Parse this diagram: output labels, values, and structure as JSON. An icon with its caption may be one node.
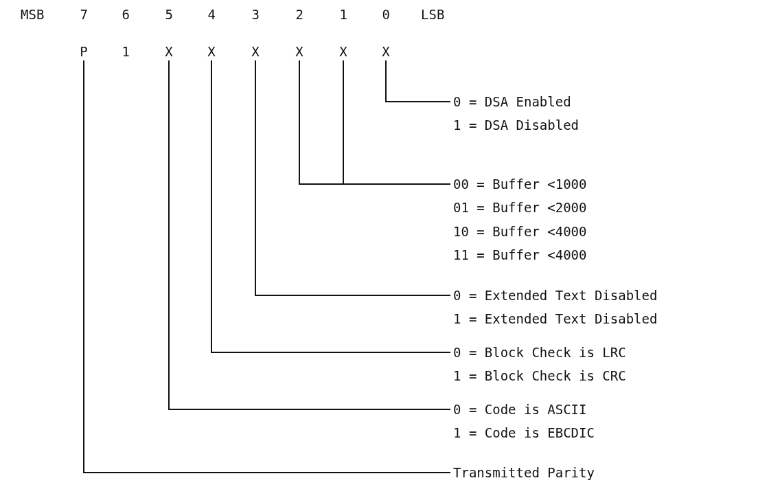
{
  "diagram": {
    "nodes": [
      {
        "text": [
          "P"
        ]
      },
      {
        "text": [
          "X"
        ]
      },
      {
        "text": [
          "X"
        ]
      },
      {
        "text": [
          "X"
        ]
      },
      {
        "text": [
          "X"
        ]
      },
      {
        "text": [
          "X"
        ]
      },
      {
        "text": [
          "X"
        ]
      },
      {
        "text": [
          "0 = DSA Enabled",
          "1 = DSA Disabled"
        ]
      },
      {
        "text": [
          "00 = Buffer <1000",
          "01 = Buffer <2000",
          "10 = Buffer <4000",
          "11 = Buffer <4000"
        ]
      },
      {
        "text": [
          "0 = Extended Text Disabled",
          "1 = Extended Text Disabled"
        ]
      },
      {
        "text": [
          "0 = Block Check is LRC",
          "1 = Block Check is CRC"
        ]
      },
      {
        "text": [
          "0 = Code is ASCII",
          "1 = Code is EBCDIC"
        ]
      },
      {
        "text": [
          "Transmitted Parity"
        ]
      }
    ],
    "edges": [
      {
        "from": 6,
        "to": 7,
        "arrow": "none"
      },
      {
        "from": 4,
        "to": 8,
        "arrow": "none"
      },
      {
        "from": 5,
        "to": 8,
        "arrow": "none"
      },
      {
        "from": 3,
        "to": 9,
        "arrow": "none"
      },
      {
        "from": 2,
        "to": 10,
        "arrow": "none"
      },
      {
        "from": 1,
        "to": 11,
        "arrow": "none"
      },
      {
        "from": 0,
        "to": 12,
        "arrow": "none"
      }
    ],
    "labels": [
      "MSB",
      "7",
      "6",
      "5",
      "4",
      "3",
      "2",
      "1",
      "0",
      "LSB",
      "1"
    ]
  }
}
